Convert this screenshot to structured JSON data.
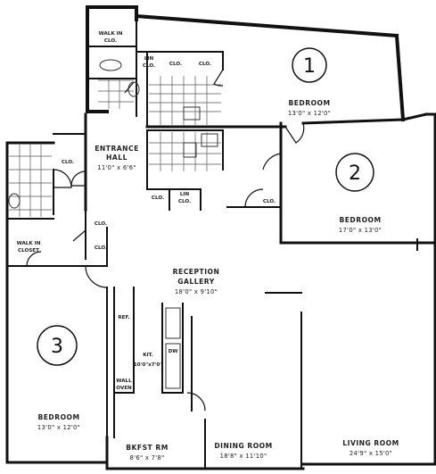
{
  "rooms": {
    "bedroom1": {
      "name": "BEDROOM",
      "dims": "13'0\" x 12'0\""
    },
    "bedroom2": {
      "name": "BEDROOM",
      "dims": "17'0\" x 13'0\""
    },
    "bedroom3": {
      "name": "BEDROOM",
      "dims": "13'0\" x 12'0\""
    },
    "entrance_hall": {
      "line1": "ENTRANCE",
      "line2": "HALL",
      "dims": "11'0\" x 6'6\""
    },
    "reception_gallery": {
      "line1": "RECEPTION",
      "line2": "GALLERY",
      "dims": "18'0\" x 9'10\""
    },
    "kitchen": {
      "name": "KIT.",
      "dims": "10'0\"x7'0\""
    },
    "breakfast_room": {
      "name": "BKFST RM",
      "dims": "8'6\" x 7'8\""
    },
    "dining_room": {
      "name": "DINING ROOM",
      "dims": "18'8\" x 11'10\""
    },
    "living_room": {
      "name": "LIVING ROOM",
      "dims": "24'9\" x 15'0\""
    },
    "walk_in_closet_top": {
      "line1": "WALK IN",
      "line2": "CLO."
    },
    "walk_in_closet_left": {
      "line1": "WALK IN",
      "line2": "CLOSET"
    }
  },
  "closets": {
    "lin_top": {
      "line1": "LIN",
      "line2": "CLO."
    },
    "clo_top_a": "CLO.",
    "clo_top_b": "CLO.",
    "clo_hall_left": "CLO.",
    "clo_mid_a": "CLO.",
    "lin_mid": {
      "line1": "LIN",
      "line2": "CLO."
    },
    "clo_bed2": "CLO.",
    "clo_left_a": "CLO.",
    "clo_left_b": "CLO."
  },
  "kitchen_fixtures": {
    "ref": "REF.",
    "dw": "DW",
    "wall_oven": {
      "line1": "WALL",
      "line2": "OVEN"
    }
  },
  "bedroom_numbers": {
    "one": "1",
    "two": "2",
    "three": "3"
  }
}
